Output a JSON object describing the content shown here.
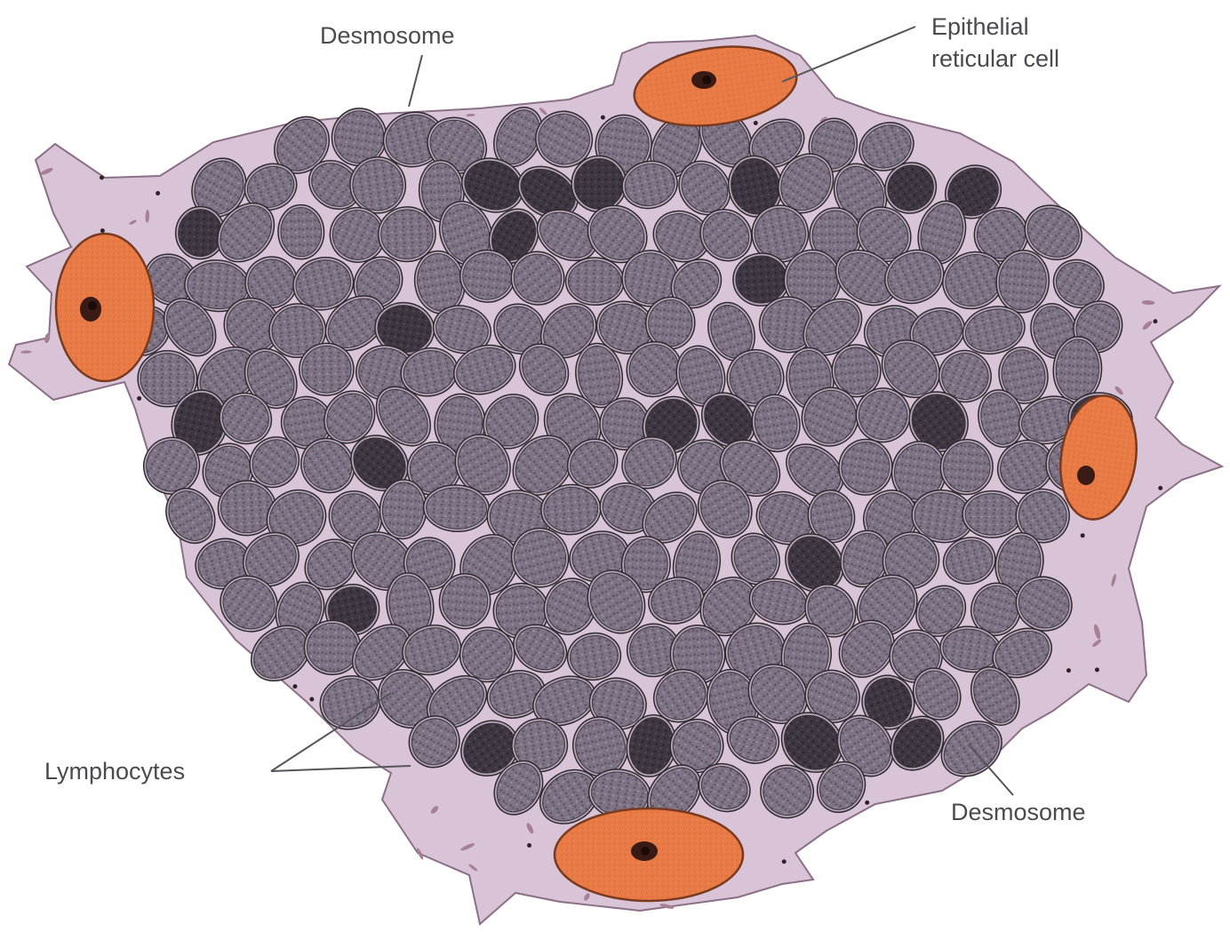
{
  "diagram": {
    "labels": {
      "desmosome_top": "Desmosome",
      "epithelial_line1": "Epithelial",
      "epithelial_line2": "reticular cell",
      "lymphocytes": "Lymphocytes",
      "desmosome_bottom": "Desmosome"
    },
    "colors": {
      "background": "#ffffff",
      "cytoplasm": "#d9c3d6",
      "cytoplasm_outline": "#8a6f86",
      "lymphocyte_fill": "#7e7384",
      "lymphocyte_dark": "#3e3640",
      "lymphocyte_outline": "#2e2a30",
      "epithelial_nucleus": "#e87a45",
      "nucleolus": "#3a1a14",
      "label_text": "#4a4a50",
      "leader_line": "#55555a"
    }
  }
}
